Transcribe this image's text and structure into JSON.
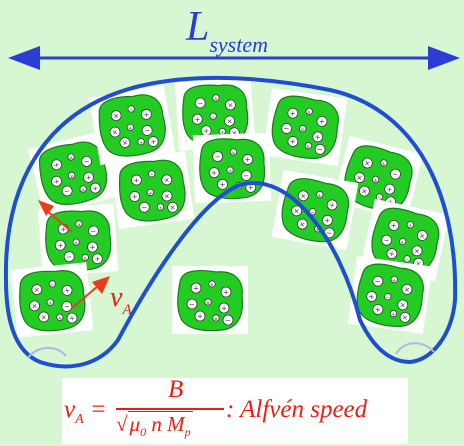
{
  "system_length_label": {
    "main": "L",
    "sub": "system"
  },
  "velocity_label": {
    "main": "v",
    "sub": "A"
  },
  "formula": {
    "lhs": "v",
    "lhs_sub": "A",
    "equals": "=",
    "numerator": "B",
    "denominator": {
      "mu": "μ",
      "mu_sub": "0",
      "n": "n",
      "M": "M",
      "M_sub": "p"
    },
    "suffix": ": Alfvén speed"
  },
  "colors": {
    "background": "#d7f6d2",
    "arrow_blue": "#2a3dd6",
    "boundary_blue": "#1f4fd0",
    "blob_green": "#22cc22",
    "text_red": "#ef1d10",
    "vector_red": "#ef3a1a"
  },
  "blob_count": 13,
  "icons": [
    "double-arrow-icon",
    "plasma-blob-icon",
    "velocity-arrow-icon"
  ]
}
